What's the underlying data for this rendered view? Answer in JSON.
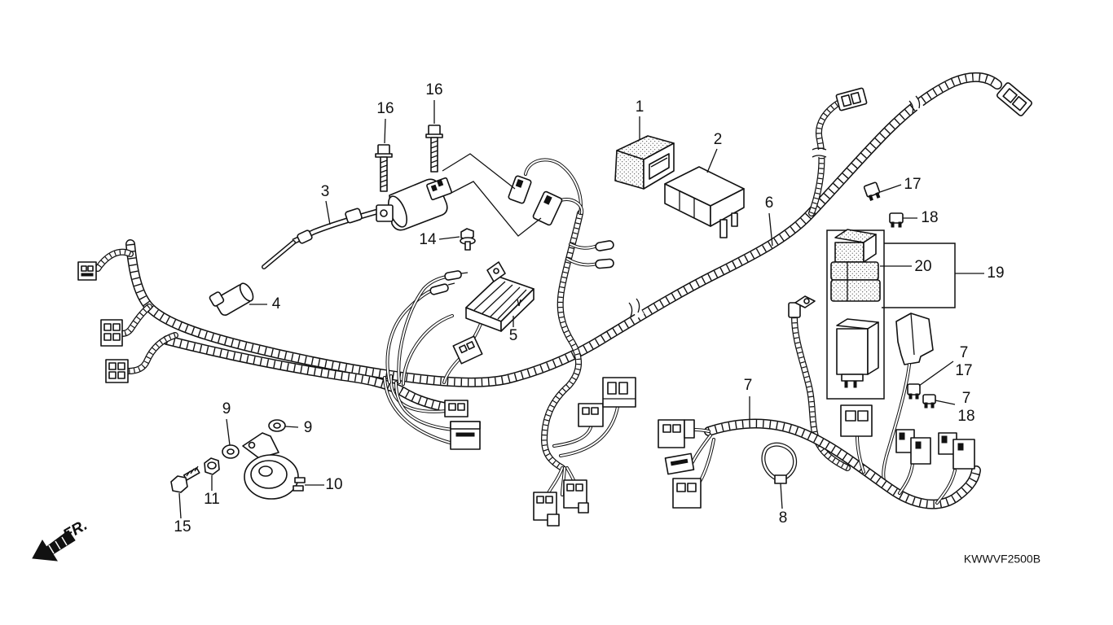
{
  "diagram": {
    "callouts": [
      {
        "label": "16"
      },
      {
        "label": "16"
      },
      {
        "label": "1"
      },
      {
        "label": "2"
      },
      {
        "label": "3"
      },
      {
        "label": "17"
      },
      {
        "label": "18"
      },
      {
        "label": "6"
      },
      {
        "label": "14"
      },
      {
        "label": "20"
      },
      {
        "label": "19"
      },
      {
        "label": "4"
      },
      {
        "label": "5"
      },
      {
        "label": "7"
      },
      {
        "label": "17"
      },
      {
        "label": "7"
      },
      {
        "label": "7"
      },
      {
        "label": "18"
      },
      {
        "label": "9"
      },
      {
        "label": "9"
      },
      {
        "label": "10"
      },
      {
        "label": "11"
      },
      {
        "label": "15"
      },
      {
        "label": "8"
      }
    ],
    "drawing_code": "KWWVF2500B",
    "direction_label": "FR."
  }
}
